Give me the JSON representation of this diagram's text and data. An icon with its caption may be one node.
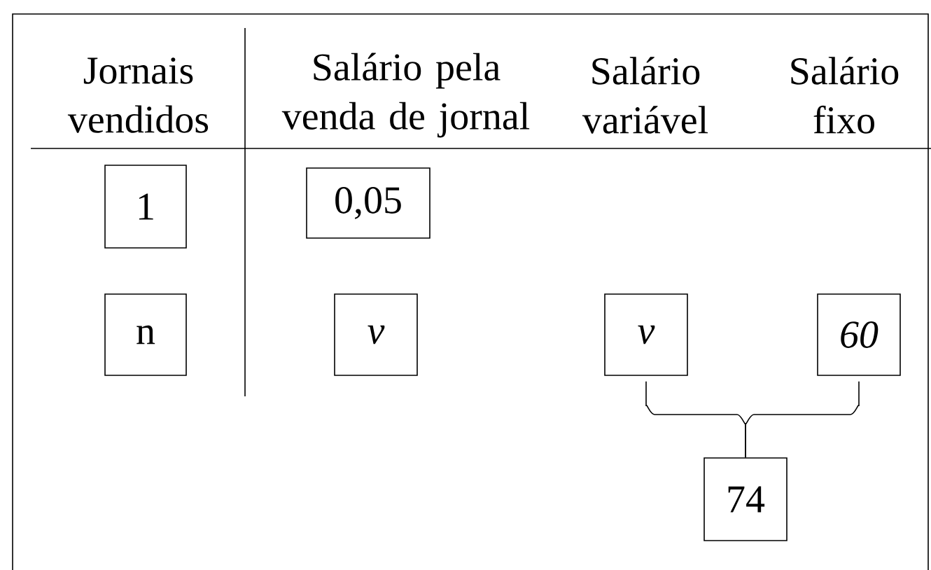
{
  "diagram": {
    "nodes": [
      {
        "text": [
          "1"
        ]
      },
      {
        "text": [
          "0,05"
        ]
      },
      {
        "text": [
          "n"
        ]
      },
      {
        "text": [
          "v"
        ]
      },
      {
        "text": [
          "v"
        ]
      },
      {
        "text": [
          "60"
        ]
      },
      {
        "text": [
          "74"
        ]
      }
    ],
    "edges": [
      {
        "from": 4,
        "to": 6,
        "arrow": "none"
      },
      {
        "from": 5,
        "to": 6,
        "arrow": "none"
      }
    ],
    "labels": [
      "Jornais vendidos",
      "Salário pela venda de jornal",
      "Salário variável",
      "Salário fixo"
    ]
  }
}
